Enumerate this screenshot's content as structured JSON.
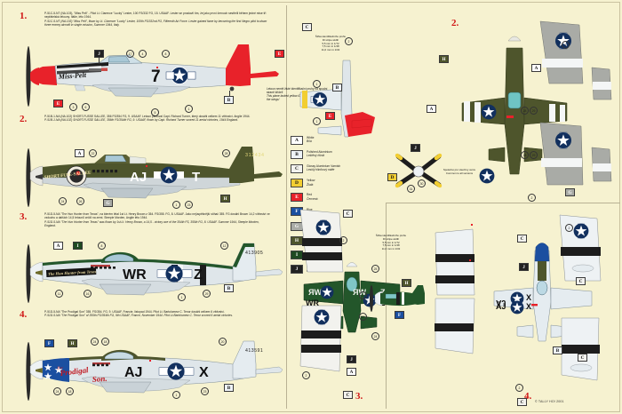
{
  "sheet": {
    "copyright": "© TALLY HO! 2001"
  },
  "profiles": [
    {
      "number": "1.",
      "czech": "P-51C-5-NT (NA.103), \"Miss Pelt\" - Pilot Lt. Clarence \"Lucky\" Lester, 100 FS/332 FG, 15. USAAF. Lester se proslavil tím, že jako první černoch sestřelil během jedné mise tři nepřátelská letouny. Itálie, léto 1944.",
      "english": "P-51C-5-NT (NA.103) \"Miss Pelt\", flown by Lt. Clarence \"Lucky\" Lester, 100th FS/332nd FG, Fifteenth Air Force. Lester gained fame by becoming the first Negro pilot to down three enemy aircraft in single mission, Summer 1944, Italy.",
      "codes": [
        "J",
        "E",
        "E",
        "B"
      ],
      "nose_art": "Miss-Pelt",
      "fuselage_code": "7"
    },
    {
      "number": "2.",
      "czech": "P-51B-1-NA (NA.102) SHORT-FUSSE SALLEE, 356 FS/354 FG, 9. USAAF. Letoun pilotoval Capt. Richard Turner, který dosáhl celkem 11 vítězství. Anglie 1944.",
      "english": "P-51B-1-NA (NA.102) SHORT-FUSSE SALLEE, 356th FS/354th FG, 9. USAAF, flown by Capt. Richard Turner scored 11 aerial victories, 1944 England.",
      "codes": [
        "A",
        "G",
        "H"
      ],
      "nose_art": "SHORT-FUSE-SALLEE",
      "fuselage_code": "AJ ★ T",
      "serial": "312434"
    },
    {
      "number": "3.",
      "czech": "P-51D-5-NA \"The Hun Hunter from Texas\", na kterém létal 1st Lt. Henry Brown z 354. FS/355. FG, 8. USAAF. Jako nejúspěšnější stíhač 355. FG dosáhl Brown 14,2 vítězství ve vzduchu a dalších 14,5 letounů zničil na zemi. Steeple Morden, Anglie léto 1944.",
      "english": "P-51D-5-NA \"The Hun Hunter from Texas\" was flown by 1st Lt. Henry Brown, a 14,5 - victory ace of the 354th FS, 355th FG, 8. USAAF. Summer 1944, Steeple Morden, England.",
      "codes": [
        "A",
        "I",
        "B"
      ],
      "nose_art": "The Hun Hunter from Texas",
      "fuselage_code": "WR ★ Z",
      "serial": "413905"
    },
    {
      "number": "4.",
      "czech": "P-51D-5-NA \"The Prodigal Son\" 355. FS/354. FG, 9. USAAF, Francie, listopad 1944. Pilot Lt. Bartolomew C. Tenor dosáhl celkem 6 vítězství.",
      "english": "P-51D-5-NA \"The Prodigal Son\" of 355th FS/354th FG, 9th USAAF, France, November 1944. Pilot Lt.Bartolomew C. Tenor scored 6 aerial victories.",
      "codes": [
        "F",
        "H",
        "B"
      ],
      "nose_art": "The Prodigal Son",
      "fuselage_code": "AJ ★ X",
      "serial": "413591"
    }
  ],
  "legend": {
    "items": [
      {
        "letter": "A",
        "en": "White",
        "cz": "Bílá",
        "color": "#ffffff"
      },
      {
        "letter": "B",
        "en": "Polished Aluminium",
        "cz": "Leštěný hliník",
        "color": "#eef3f7"
      },
      {
        "letter": "C",
        "en": "Glossy Aluminium Varnish",
        "cz": "Lesklý hliníkový nátěr",
        "color": "#f2f2ee"
      },
      {
        "letter": "D",
        "en": "Yellow",
        "cz": "Žlutá",
        "color": "#f2ce32"
      },
      {
        "letter": "E",
        "en": "Red",
        "cz": "Červená",
        "color": "#e8222a"
      },
      {
        "letter": "F",
        "en": "Blue",
        "cz": "Modrá",
        "color": "#1b4fa0"
      },
      {
        "letter": "G",
        "en": "USAF Neutral Grey 43",
        "cz": "USAF neutrální šedá 43",
        "color": "#a9aba6"
      },
      {
        "letter": "H",
        "en": "USAF Olive Drab 41",
        "cz": "USAF olivová 41",
        "color": "#4e552c"
      },
      {
        "letter": "I",
        "en": "RAF Dark Green",
        "cz": "Tmavě zelená - RAF",
        "color": "#1f4a22"
      },
      {
        "letter": "J",
        "en": "Black",
        "cz": "Černá",
        "color": "#222222"
      }
    ]
  },
  "notes": {
    "no_yellow_bands": {
      "cz": "Letoun neměl žluté identifikační pruhy na spodní straně křídel!",
      "en": "This plane lacked yellow ID bands on the underside of the wings!"
    },
    "stripe_width_top": {
      "cz": "Šířka identifikačního pruhu",
      "en": "ID stripe width",
      "l1": "5,5 mm in 1/72",
      "l2": "7,5 mm in 1/48",
      "l3": "11,0 mm in 1/32"
    },
    "stripe_width_bottom": {
      "cz": "Šířka identifikačního pruhu",
      "en": "ID stripe width",
      "l1": "5,5 mm in 1/72",
      "l2": "7,5 mm in 1/48",
      "l3": "11,0 mm in 1/32"
    },
    "propeller": {
      "cz": "Společné pro všechny verze",
      "en": "Common to all versions"
    }
  },
  "plan_numbers": {
    "p2": "2.",
    "p3": "3.",
    "p4": "4."
  },
  "colors": {
    "red": "#e8222a",
    "blue": "#1b4fa0",
    "yellow": "#f2ce32",
    "olive": "#4e552c",
    "dark_green": "#1f4a22",
    "grey": "#a9aba6",
    "black": "#222222",
    "insignia_blue": "#12305e",
    "paper": "#f6f2d0"
  }
}
